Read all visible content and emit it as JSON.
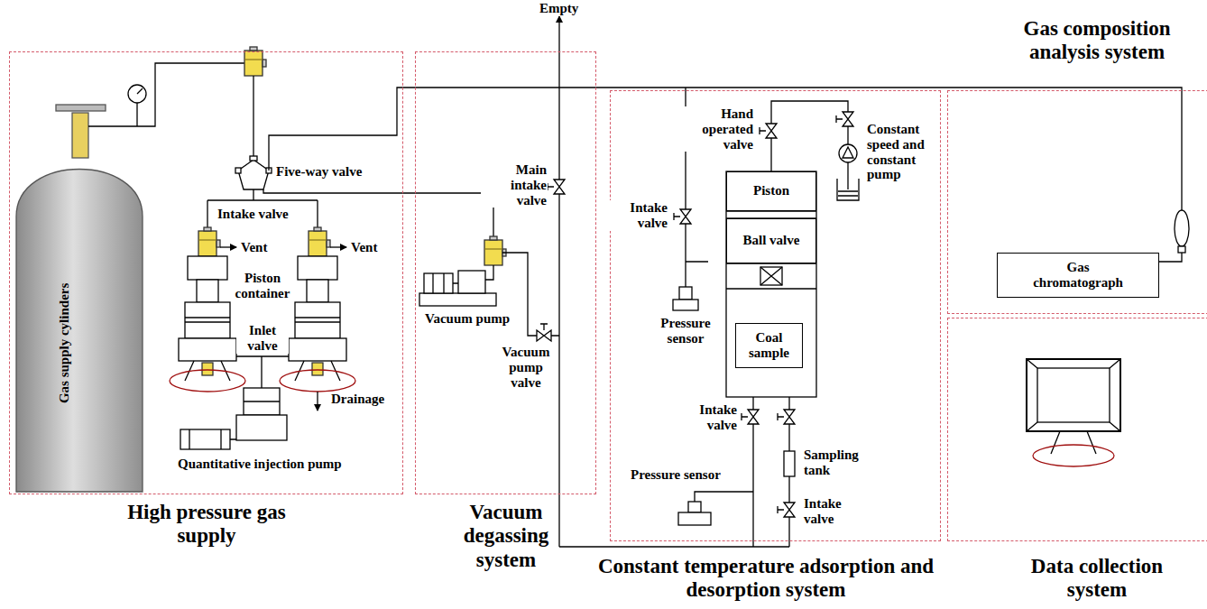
{
  "diagram": {
    "nodes": [
      {
        "text": [
          "High pressure gas supply"
        ]
      },
      {
        "text": [
          "Vacuum degassing system"
        ]
      },
      {
        "text": [
          "Constant temperature adsorption and desorption system"
        ]
      },
      {
        "text": [
          "Piston"
        ],
        "in": 2
      },
      {
        "text": [
          "Ball valve"
        ],
        "in": 2
      },
      {
        "text": [
          "Coal sample"
        ],
        "in": 2
      },
      {
        "text": [
          "Gas composition analysis system"
        ]
      },
      {
        "text": [
          "Gas chromatograph"
        ],
        "in": 6
      },
      {
        "text": [
          "Data collection system"
        ]
      }
    ],
    "labels": [
      "Empty",
      "Gas supply cylinders",
      "Five-way valve",
      "Intake valve",
      "Vent",
      "Vent",
      "Piston container",
      "Inlet valve",
      "Drainage",
      "Quantitative injection pump",
      "Main intake valve",
      "Vacuum pump",
      "Vacuum pump valve",
      "Hand operated valve",
      "Constant speed and constant pump",
      "Intake valve",
      "Pressure sensor",
      "Intake valve",
      "Pressure sensor",
      "Sampling tank",
      "Intake valve"
    ]
  }
}
